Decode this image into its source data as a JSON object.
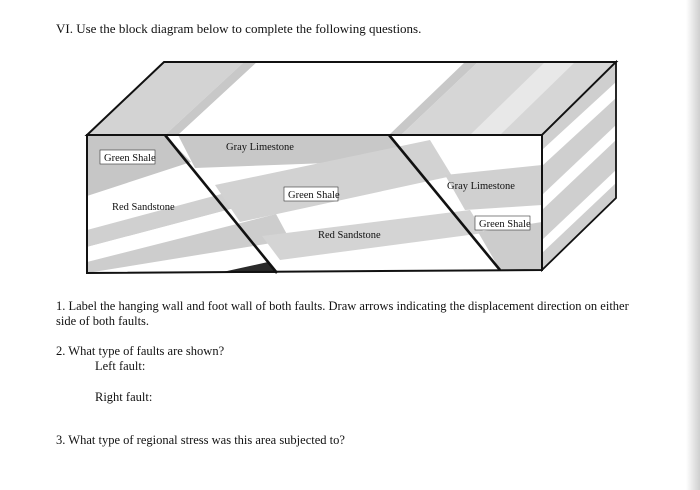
{
  "heading": "VI. Use the block diagram below to complete the following questions.",
  "diagram_labels": {
    "green_shale_left": "Green Shale",
    "red_sandstone_left": "Red Sandstone",
    "gray_limestone_top": "Gray Limestone",
    "green_shale_mid": "Green Shale",
    "red_sandstone_mid": "Red Sandstone",
    "gray_limestone_right": "Gray Limestone",
    "green_shale_right": "Green Shale"
  },
  "questions": {
    "q1": "1.  Label the hanging wall and foot wall of both faults.  Draw arrows indicating the displacement direction on either side of both faults.",
    "q2": "2.  What type of faults are shown?",
    "q2_left": "Left fault:",
    "q2_right": "Right fault:",
    "q3": "3.  What type of regional stress was this area subjected to?"
  }
}
